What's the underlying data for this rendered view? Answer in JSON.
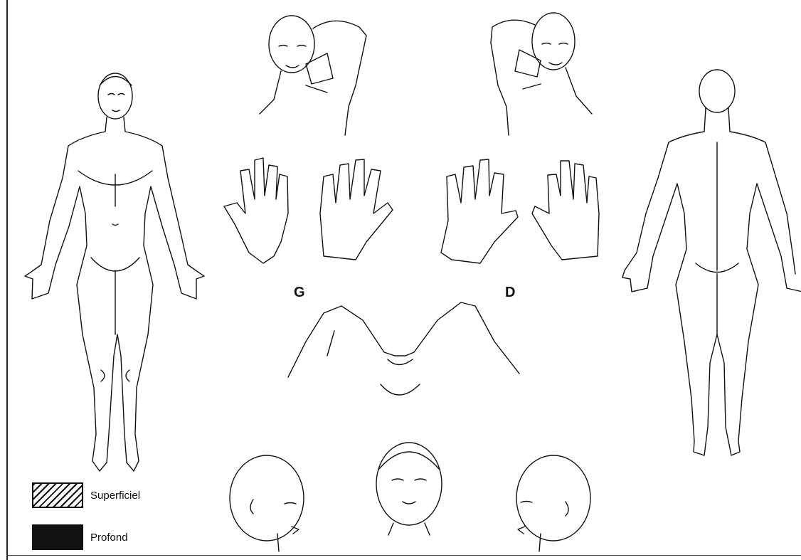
{
  "labels": {
    "left_side": "G",
    "right_side": "D"
  },
  "legend": {
    "items": [
      {
        "label": "Superficiel",
        "pattern": "hatched"
      },
      {
        "label": "Profond",
        "pattern": "solid"
      }
    ]
  },
  "colors": {
    "ink": "#111111",
    "background": "#ffffff"
  }
}
